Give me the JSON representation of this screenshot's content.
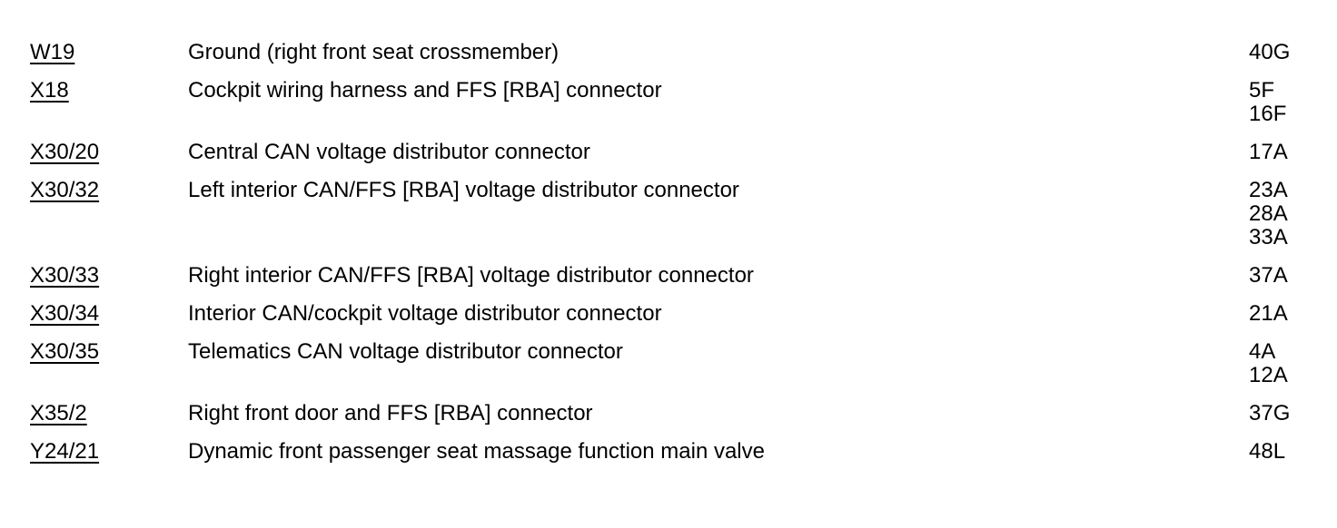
{
  "page": {
    "background_color": "#ffffff",
    "text_color": "#000000"
  },
  "component_table": {
    "rows": [
      {
        "code": "W19",
        "description": "Ground (right front seat crossmember)",
        "locations": [
          "40G"
        ]
      },
      {
        "code": "X18",
        "description": "Cockpit wiring harness and FFS [RBA] connector",
        "locations": [
          "5F",
          "16F"
        ]
      },
      {
        "code": "X30/20",
        "description": "Central CAN voltage distributor connector",
        "locations": [
          "17A"
        ]
      },
      {
        "code": "X30/32",
        "description": "Left interior CAN/FFS [RBA] voltage distributor connector",
        "locations": [
          "23A",
          "28A",
          "33A"
        ]
      },
      {
        "code": "X30/33",
        "description": "Right interior CAN/FFS [RBA] voltage distributor connector",
        "locations": [
          "37A"
        ]
      },
      {
        "code": "X30/34",
        "description": "Interior CAN/cockpit voltage distributor connector",
        "locations": [
          "21A"
        ]
      },
      {
        "code": "X30/35",
        "description": "Telematics CAN voltage distributor connector",
        "locations": [
          "4A",
          "12A"
        ]
      },
      {
        "code": "X35/2",
        "description": "Right front door and FFS [RBA] connector",
        "locations": [
          "37G"
        ]
      },
      {
        "code": "Y24/21",
        "description": "Dynamic front passenger seat massage function main valve",
        "locations": [
          "48L"
        ]
      }
    ]
  }
}
